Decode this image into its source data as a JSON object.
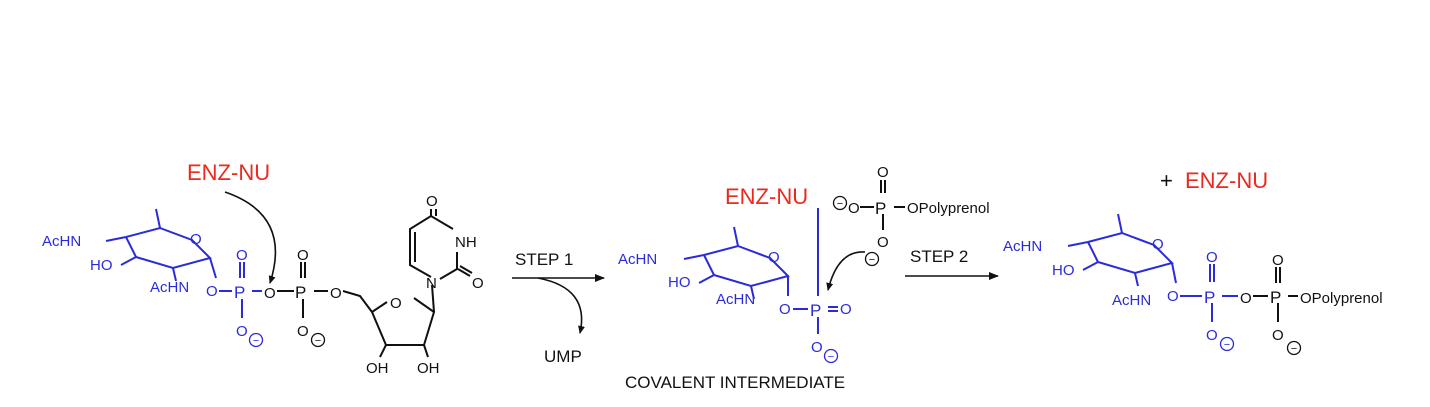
{
  "colors": {
    "sugar": "#2b2bd9",
    "enzyme": "#ea2a1e",
    "ink": "#111111"
  },
  "labels": {
    "enz_nu": "ENZ-NU",
    "acetamido": "AcHN",
    "hydroxyl": "HO",
    "hydroxyl_right": "OH",
    "oxygen": "O",
    "phosphorus": "P",
    "nitrogen": "N",
    "imide": "NH",
    "minus": "−",
    "polyprenol": "OPolyprenol",
    "plus": "+",
    "step1": "STEP 1",
    "step2": "STEP 2",
    "ump": "UMP",
    "intermediate": "COVALENT INTERMEDIATE"
  }
}
